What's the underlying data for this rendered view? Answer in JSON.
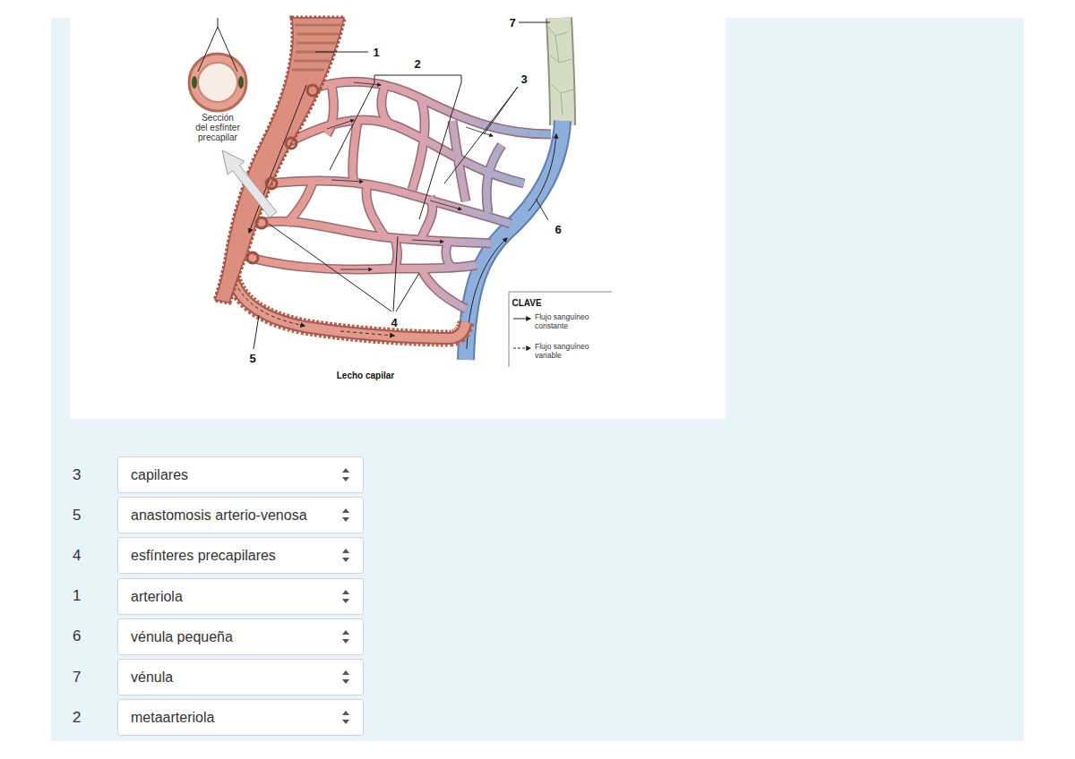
{
  "diagram": {
    "nodes": [
      {
        "text": [
          "3",
          "capilares"
        ]
      },
      {
        "text": [
          "5",
          "anastomosis arterio-venosa"
        ]
      },
      {
        "text": [
          "4",
          "esfínteres precapilares"
        ]
      },
      {
        "text": [
          "1",
          "arteriola"
        ]
      },
      {
        "text": [
          "6",
          "vénula pequeña"
        ]
      },
      {
        "text": [
          "7",
          "vénula"
        ]
      },
      {
        "text": [
          "2",
          "metaarteriola"
        ]
      }
    ],
    "labels": [
      "7",
      "Sección del esfínter precapilar",
      "1",
      "2",
      "3",
      "6",
      "4",
      "5",
      "Lecho capilar",
      "CLAVE"
    ],
    "legend": [
      {
        "text": "Flujo sanguíneo constante"
      },
      {
        "text": "Flujo sanguíneo variable"
      }
    ]
  }
}
